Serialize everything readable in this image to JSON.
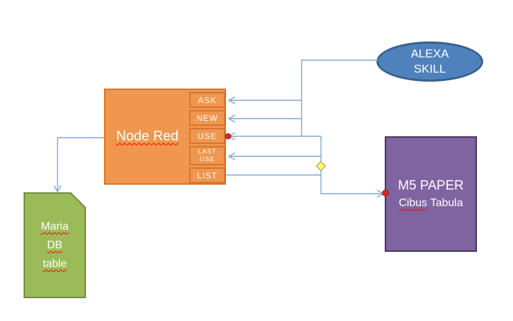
{
  "nodes": {
    "node_red": {
      "label": "Node Red",
      "ports": [
        "ASK",
        "NEW",
        "USE",
        "LAST USE",
        "LIST"
      ]
    },
    "alexa_skill": {
      "line1": "ALEXA",
      "line2": "SKILL"
    },
    "m5_paper": {
      "title": "M5 PAPER",
      "subtitle_word1": "Cibus",
      "subtitle_word2": "Tabula"
    },
    "maria_db": {
      "line1": "Maria",
      "line2": "DB",
      "line3": "table"
    }
  },
  "colors": {
    "orange_fill": "#F0964E",
    "orange_border": "#D4752E",
    "blue_fill": "#4F81BD",
    "blue_border": "#36608D",
    "purple_fill": "#8064A2",
    "purple_border": "#433460",
    "green_fill": "#9BBB59",
    "green_border": "#70893E",
    "connector": "#7FA5D4",
    "marker_red": "#E02525",
    "diamond_fill": "#FCFC7C",
    "diamond_border": "#A8A132",
    "squiggle": "#FF0000"
  }
}
